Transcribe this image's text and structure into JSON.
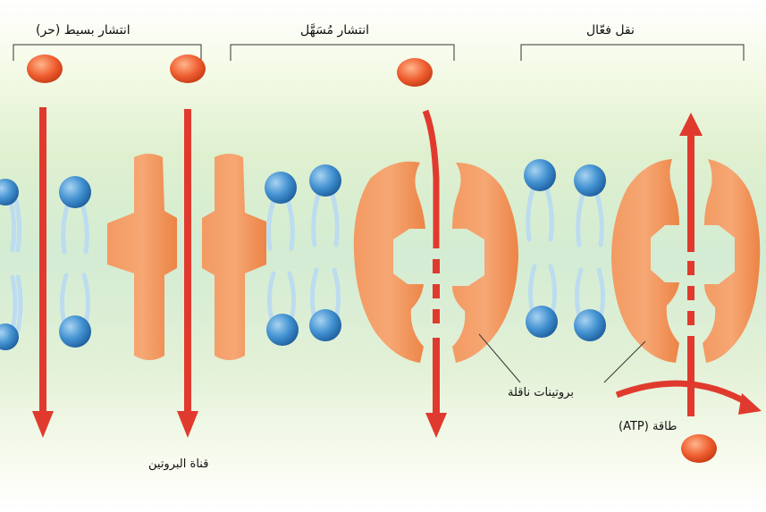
{
  "sections": {
    "simple": "انتشار بسيط (حر)",
    "facilitated": "انتشار مُسَهَّل",
    "active": "نقل فعّال"
  },
  "labels": {
    "channel_protein": "قناة البروتين",
    "carrier_proteins": "بروتينات ناقلة",
    "energy": "طاقة (ATP)"
  },
  "colors": {
    "arrow": "#e03a2e",
    "protein": "#f08a4e",
    "phospholipid_head": "#3d8fd0",
    "molecule": "#e8552c",
    "background_band": "#d8eecb"
  }
}
